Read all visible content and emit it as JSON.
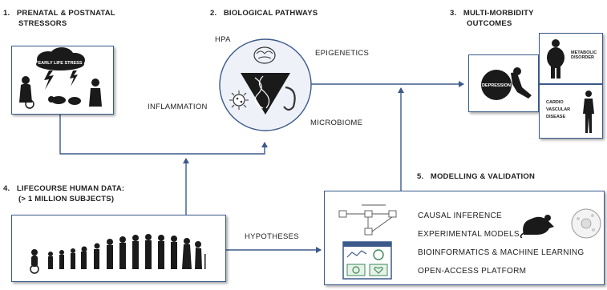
{
  "sections": {
    "stressors": {
      "number": "1.",
      "line1": "PRENATAL  & POSTNATAL",
      "line2": "STRESSORS",
      "cloud_text": "EARLY LIFE STRESS"
    },
    "pathways": {
      "number": "2.",
      "title": "BIOLOGICAL PATHWAYS"
    },
    "outcomes": {
      "number": "3.",
      "line1": "MULTI-MORBIDITY",
      "line2": "OUTCOMES"
    },
    "lifecourse": {
      "number": "4.",
      "line1": "LIFECOURSE HUMAN DATA:",
      "line2": "(> 1 MILLION SUBJECTS)"
    },
    "modelling": {
      "number": "5.",
      "title": "MODELLING & VALIDATION"
    }
  },
  "pathway_labels": {
    "hpa": "HPA",
    "epigenetics": "EPIGENETICS",
    "inflammation": "INFLAMMATION",
    "microbiome": "MICROBIOME"
  },
  "outcome_labels": {
    "depression": "DEPRESSION",
    "metabolic": [
      "METABOLIC",
      "DISORDER"
    ],
    "cardio": [
      "CARDIO",
      "VASCULAR",
      "DISEASE"
    ]
  },
  "connector_labels": {
    "hypotheses": "HYPOTHESES"
  },
  "methods": [
    "CAUSAL INFERENCE",
    "EXPERIMENTAL MODELS",
    "BIOINFORMATICS & MACHINE LEARNING",
    "OPEN-ACCESS PLATFORM"
  ],
  "icons": [
    "brain-icon",
    "dna-icon",
    "microbe-icon",
    "storm-cloud-icon",
    "human-silhouettes-icon",
    "rat-icon",
    "cell-icon",
    "dashboard-icon",
    "causal-graph-icon"
  ],
  "colors": {
    "arrow": "#3b5a8a",
    "border": "#3b5a8a",
    "text": "#222222"
  }
}
